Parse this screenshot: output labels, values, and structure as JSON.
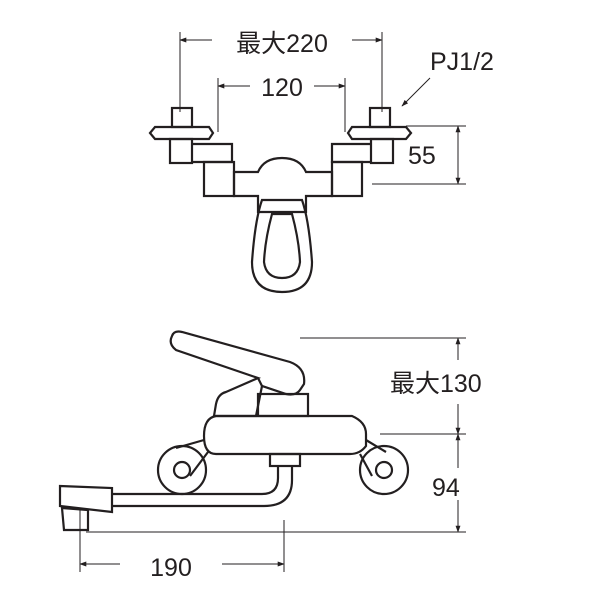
{
  "labels": {
    "top_max_width": "最大220",
    "top_inner_width": "120",
    "thread_spec": "PJ1/2",
    "top_height": "55",
    "side_max_height": "最大130",
    "side_height": "94",
    "spout_reach": "190"
  }
}
